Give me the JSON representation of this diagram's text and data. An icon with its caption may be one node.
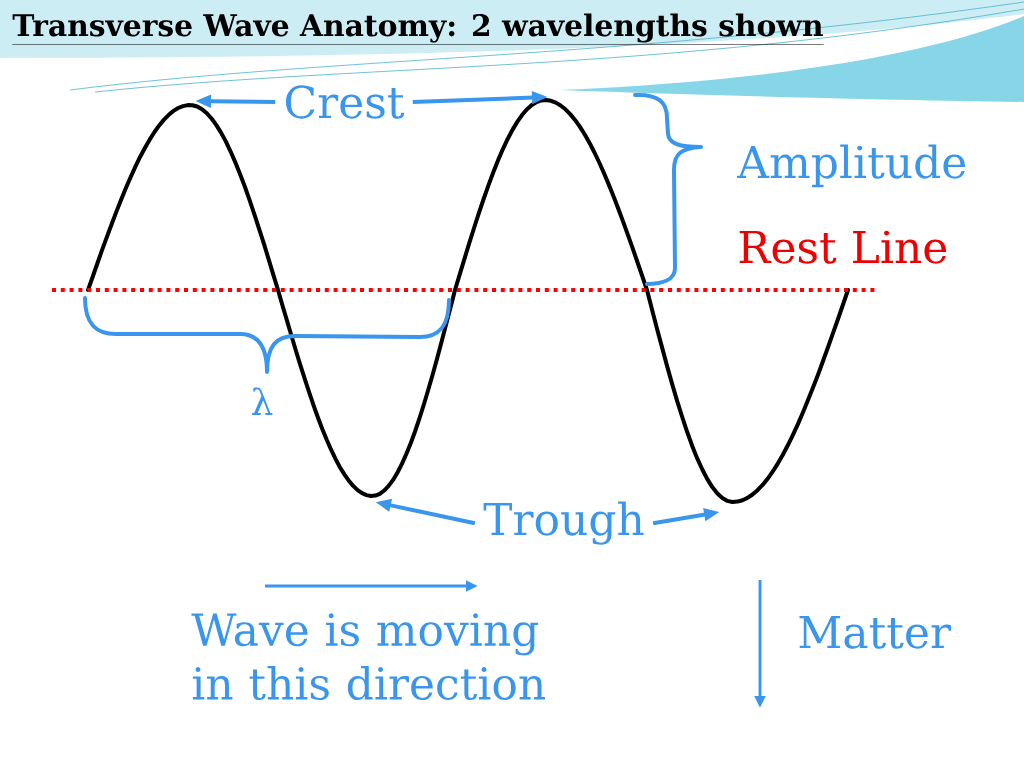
{
  "diagram": {
    "title": "Transverse Wave Anatomy: 2 wavelengths shown",
    "nodes": [
      {
        "text": [
          "Crest"
        ]
      },
      {
        "text": [
          "Trough"
        ]
      }
    ],
    "edges": [
      {
        "from": 0,
        "to": null,
        "arrow": "to"
      },
      {
        "from": 0,
        "to": null,
        "arrow": "to"
      },
      {
        "from": 1,
        "to": null,
        "arrow": "to"
      },
      {
        "from": 1,
        "to": null,
        "arrow": "to"
      }
    ],
    "labels": [
      "Amplitude",
      "Rest Line",
      "λ",
      "Wave is moving in this direction",
      "Matter"
    ]
  }
}
